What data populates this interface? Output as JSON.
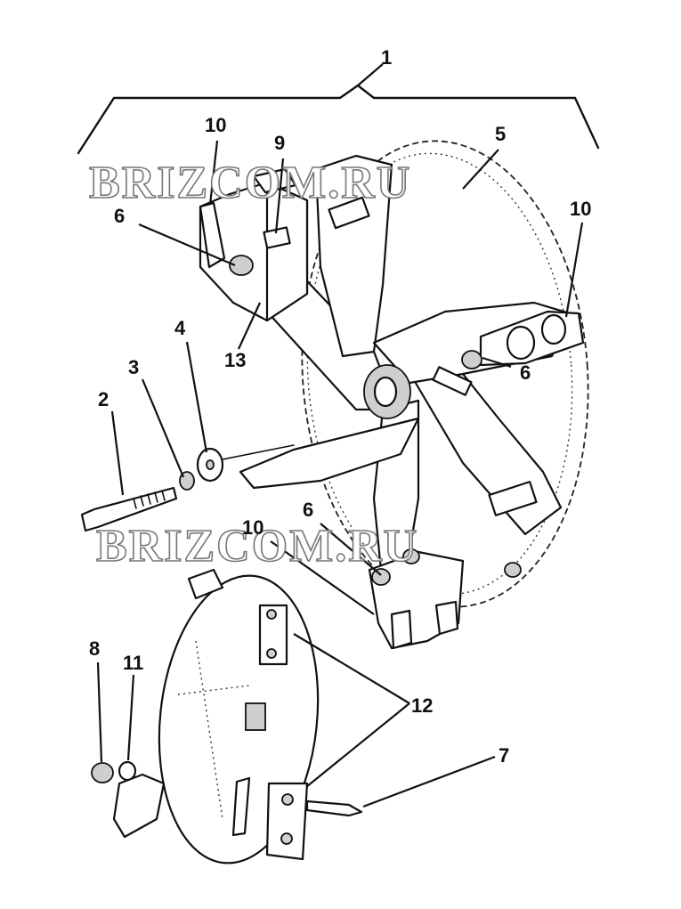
{
  "callouts": {
    "c1": "1",
    "c2": "2",
    "c3": "3",
    "c4": "4",
    "c5": "5",
    "c6a": "6",
    "c6b": "6",
    "c6c": "6",
    "c7": "7",
    "c8": "8",
    "c9": "9",
    "c10a": "10",
    "c10b": "10",
    "c10c": "10",
    "c11": "11",
    "c12": "12",
    "c13": "13"
  },
  "watermark": {
    "top": "BRIZCOM.RU",
    "middle": "BRIZCOM.RU"
  },
  "colors": {
    "line": "#111111",
    "background": "#ffffff",
    "shade": "#cfcfcf"
  }
}
